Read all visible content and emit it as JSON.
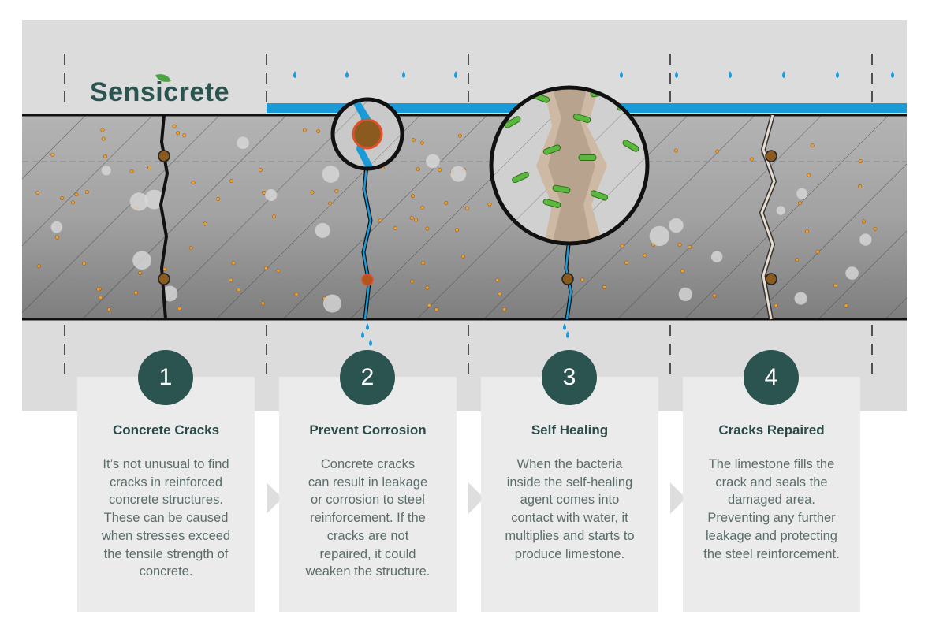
{
  "brand": {
    "name": "Sensicrete"
  },
  "colors": {
    "accent": "#2b5450",
    "water": "#1a9ad6",
    "leaf": "#4aa444",
    "rust": "#8b5a1f",
    "bacteria": "#5cb83c"
  },
  "steps": [
    {
      "number": "1",
      "title": "Concrete Cracks",
      "lines": [
        "It’s not unusual to find",
        "cracks in reinforced",
        "concrete structures.",
        "These can be caused",
        "when stresses exceed",
        "the tensile strength of",
        "concrete."
      ]
    },
    {
      "number": "2",
      "title": "Prevent Corrosion",
      "lines": [
        "Concrete cracks",
        "can result in leakage",
        "or corrosion to steel",
        "reinforcement. If the",
        "cracks are not",
        "repaired, it could",
        "weaken the structure."
      ]
    },
    {
      "number": "3",
      "title": "Self Healing",
      "lines": [
        "When the bacteria",
        "inside the self-healing",
        "agent comes into",
        "contact with water, it",
        "multiplies and starts to",
        "produce limestone."
      ]
    },
    {
      "number": "4",
      "title": "Cracks Repaired",
      "lines": [
        "The limestone fills the",
        "crack and seals the",
        "damaged area.",
        "Preventing any further",
        "leakage and protecting",
        "the steel reinforcement."
      ]
    }
  ]
}
